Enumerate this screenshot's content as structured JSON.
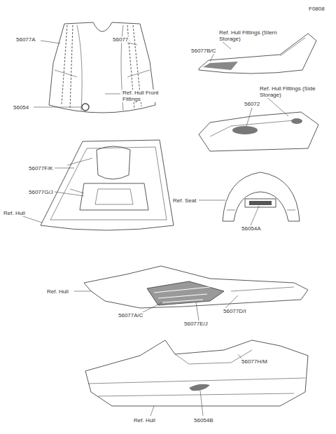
{
  "diagram": {
    "labels": [
      "F0808",
      "56077A",
      "56077",
      "Ref. Hull Front Fittings",
      "56054",
      "Ref. Hull Fittings (Stern Storage)",
      "56077B/C",
      "Ref. Hull Fittings (Side Storage)",
      "56072",
      "56077F/K",
      "56077G/J",
      "Ref. Hull",
      "Ref. Seat",
      "56054A",
      "Ref. Hull",
      "56077A/C",
      "56077D/I",
      "56077E/J",
      "56077H/M",
      "Ref. Hull",
      "56054B"
    ]
  }
}
